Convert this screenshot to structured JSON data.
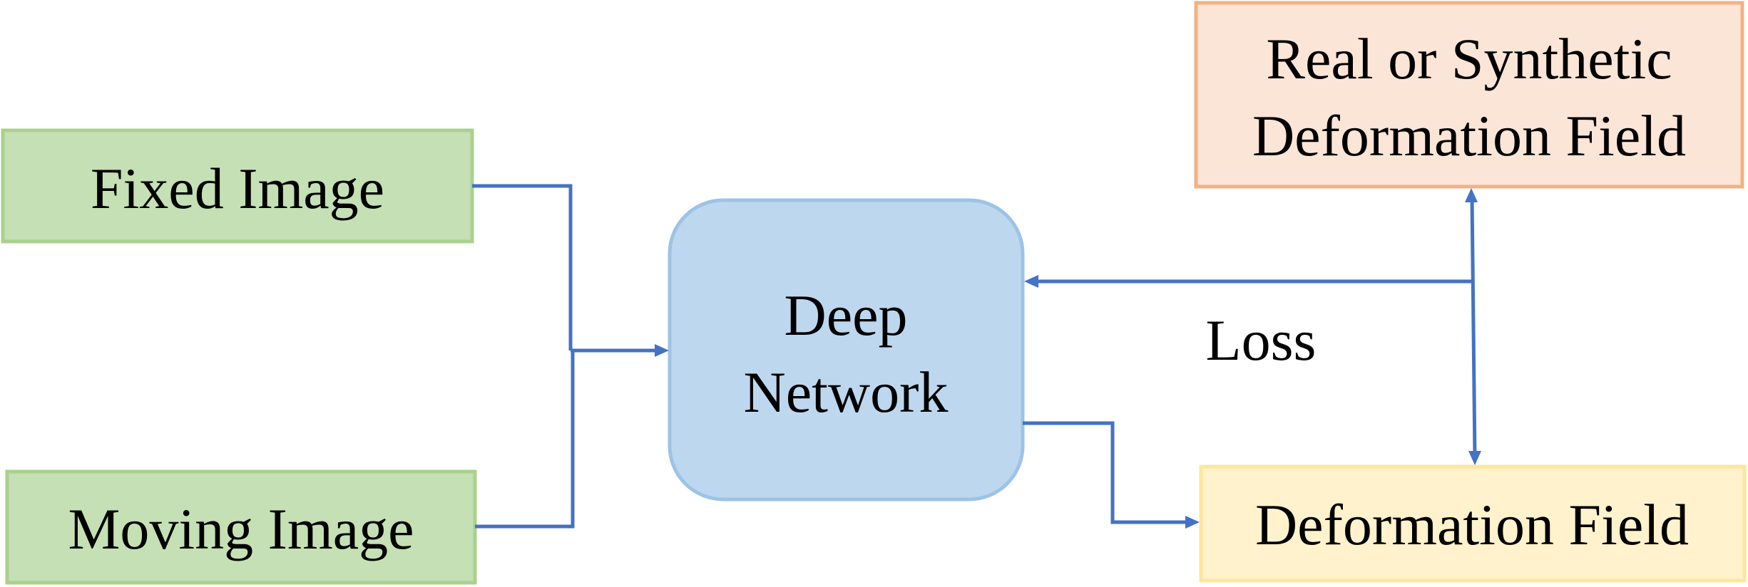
{
  "diagram": {
    "nodes": {
      "fixed_image": {
        "label": "Fixed Image",
        "fill": "#C5E0B4",
        "stroke": "#A9D18E"
      },
      "moving_image": {
        "label": "Moving Image",
        "fill": "#C5E0B4",
        "stroke": "#A9D18E"
      },
      "deep_network": {
        "label_line1": "Deep",
        "label_line2": "Network",
        "fill": "#BDD7EE",
        "stroke": "#9DC3E6"
      },
      "real_or_synthetic": {
        "label_line1": "Real or Synthetic",
        "label_line2": "Deformation Field",
        "fill": "#FBE5D6",
        "stroke": "#F4B183"
      },
      "deformation_field": {
        "label": "Deformation Field",
        "fill": "#FFF2CC",
        "stroke": "#FFE699"
      }
    },
    "edge_label": "Loss",
    "edge_color": "#4472C4"
  }
}
